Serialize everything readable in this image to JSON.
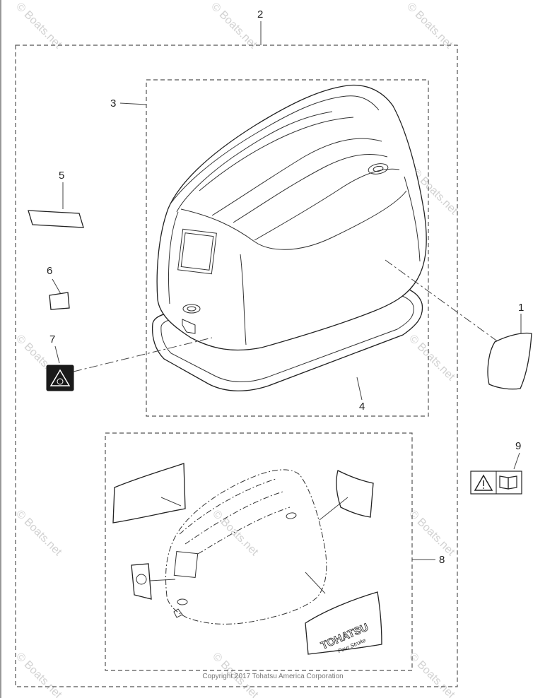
{
  "callouts": {
    "c1": "1",
    "c2": "2",
    "c3": "3",
    "c4": "4",
    "c5": "5",
    "c6": "6",
    "c7": "7",
    "c8": "8",
    "c9": "9"
  },
  "footer": {
    "copyright": "Copyright 2017 Tohatsu America Corporation"
  },
  "watermark": {
    "text": "© Boats.net"
  },
  "decal_8": {
    "brand": "TOHATSU",
    "sub": "Four Stroke"
  },
  "colors": {
    "line": "#222222",
    "dashed_box": "#555555",
    "watermark": "#d2d2d2"
  }
}
